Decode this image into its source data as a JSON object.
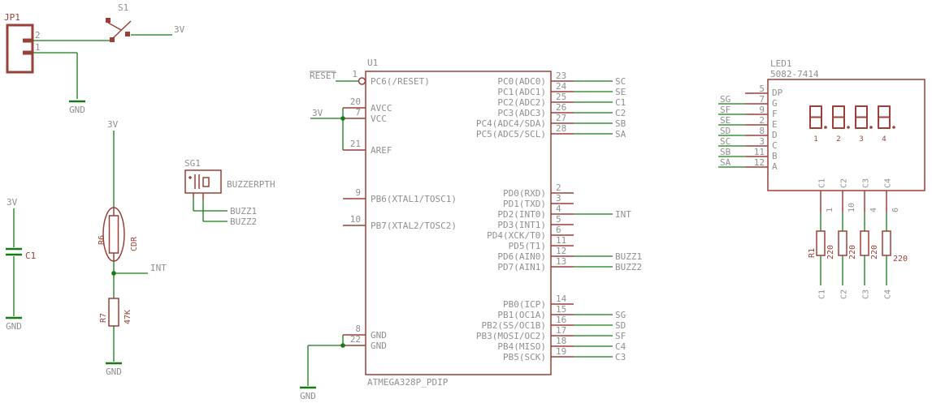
{
  "colors": {
    "background": "#ffffff",
    "wire_green": "#177a17",
    "symbol_maroon": "#9a4038",
    "label_gray": "#8f8f8f"
  },
  "jp1": {
    "name": "JP1",
    "pin2": "2",
    "pin1": "1",
    "gnd": "GND"
  },
  "s1": {
    "name": "S1",
    "net": "3V"
  },
  "c1": {
    "name": "C1",
    "top_net": "3V",
    "bottom_net": "GND"
  },
  "ldr": {
    "name": "R6",
    "value": "CDR",
    "top_net": "3V",
    "mid_net": "INT"
  },
  "r7": {
    "name": "R7",
    "value": "47K",
    "bottom_net": "GND"
  },
  "buzzer": {
    "name": "SG1",
    "value": "BUZZERPTH",
    "net1": "BUZZ1",
    "net2": "BUZZ2"
  },
  "u1": {
    "name": "U1",
    "value": "ATMEGA328P_PDIP",
    "reset_net": "RESET",
    "vcc_net": "3V",
    "gnd_net": "GND",
    "left_pins": [
      {
        "num": "1",
        "name": "PC6(/RESET)"
      },
      {
        "num": "20",
        "name": "AVCC"
      },
      {
        "num": "7",
        "name": "VCC"
      },
      {
        "num": "21",
        "name": "AREF"
      },
      {
        "num": "9",
        "name": "PB6(XTAL1/TOSC1)"
      },
      {
        "num": "10",
        "name": "PB7(XTAL2/TOSC2)"
      },
      {
        "num": "8",
        "name": "GND"
      },
      {
        "num": "22",
        "name": "GND"
      }
    ],
    "portc_pins": [
      {
        "num": "23",
        "name": "PC0(ADC0)",
        "net": "SC"
      },
      {
        "num": "24",
        "name": "PC1(ADC1)",
        "net": "SE"
      },
      {
        "num": "25",
        "name": "PC2(ADC2)",
        "net": "C1"
      },
      {
        "num": "26",
        "name": "PC3(ADC3)",
        "net": "C2"
      },
      {
        "num": "27",
        "name": "PC4(ADC4/SDA)",
        "net": "SB"
      },
      {
        "num": "28",
        "name": "PC5(ADC5/SCL)",
        "net": "SA"
      }
    ],
    "portd_pins": [
      {
        "num": "2",
        "name": "PD0(RXD)",
        "net": ""
      },
      {
        "num": "3",
        "name": "PD1(TXD)",
        "net": ""
      },
      {
        "num": "4",
        "name": "PD2(INT0)",
        "net": "INT"
      },
      {
        "num": "5",
        "name": "PD3(INT1)",
        "net": ""
      },
      {
        "num": "6",
        "name": "PD4(XCK/T0)",
        "net": ""
      },
      {
        "num": "11",
        "name": "PD5(T1)",
        "net": ""
      },
      {
        "num": "12",
        "name": "PD6(AIN0)",
        "net": "BUZZ1"
      },
      {
        "num": "13",
        "name": "PD7(AIN1)",
        "net": "BUZZ2"
      }
    ],
    "portb_pins": [
      {
        "num": "14",
        "name": "PB0(ICP)",
        "net": ""
      },
      {
        "num": "15",
        "name": "PB1(OC1A)",
        "net": "SG"
      },
      {
        "num": "16",
        "name": "PB2(SS/OC1B)",
        "net": "SD"
      },
      {
        "num": "17",
        "name": "PB3(MOSI/OC2)",
        "net": "SF"
      },
      {
        "num": "18",
        "name": "PB4(MISO)",
        "net": "C4"
      },
      {
        "num": "19",
        "name": "PB5(SCK)",
        "net": "C3"
      }
    ]
  },
  "led1": {
    "name": "LED1",
    "value": "5082-7414",
    "segment_pins": [
      {
        "net": "",
        "num": "5",
        "seg": "DP"
      },
      {
        "net": "SG",
        "num": "7",
        "seg": "G"
      },
      {
        "net": "SF",
        "num": "9",
        "seg": "F"
      },
      {
        "net": "SE",
        "num": "2",
        "seg": "E"
      },
      {
        "net": "SD",
        "num": "8",
        "seg": "D"
      },
      {
        "net": "SC",
        "num": "3",
        "seg": "C"
      },
      {
        "net": "SB",
        "num": "11",
        "seg": "B"
      },
      {
        "net": "SA",
        "num": "12",
        "seg": "A"
      }
    ],
    "digit_indices": [
      "1",
      "2",
      "3",
      "4"
    ],
    "cathode_inner": [
      "C1",
      "C2",
      "C3",
      "C4"
    ],
    "cathode_pins": [
      "1",
      "10",
      "4",
      "6"
    ],
    "cathode_nets": [
      "C1",
      "C2",
      "C3",
      "C4"
    ]
  },
  "resistor_bank": {
    "name": "R1",
    "value": "220"
  }
}
